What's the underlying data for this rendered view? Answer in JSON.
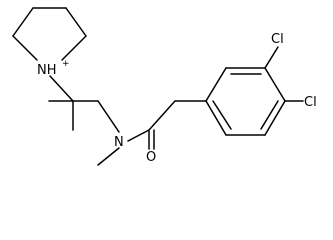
{
  "molecule": {
    "atoms": {
      "n_pyrrolidinium": "NH",
      "n_pyrrolidinium_charge": "+",
      "n_amide": "N",
      "o_carbonyl": "O",
      "cl_upper": "Cl",
      "cl_lower": "Cl"
    }
  },
  "colors": {
    "bond": "#000000",
    "background": "#ffffff"
  }
}
